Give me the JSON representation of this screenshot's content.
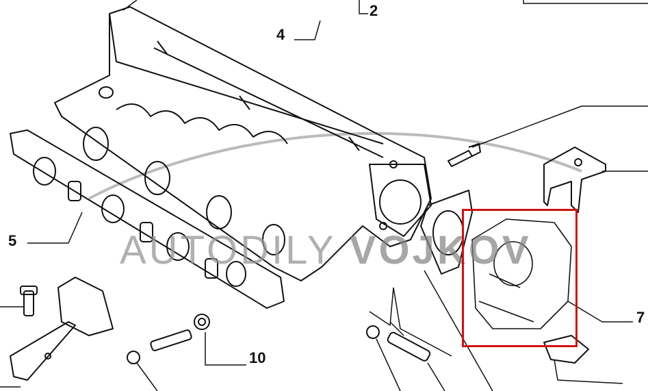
{
  "diagram": {
    "callouts": [
      "2",
      "4",
      "5",
      "7",
      "10"
    ],
    "watermark": {
      "light": "AUTODILY",
      "bold": "VOJKOV"
    },
    "highlight_color": "#d01010"
  }
}
